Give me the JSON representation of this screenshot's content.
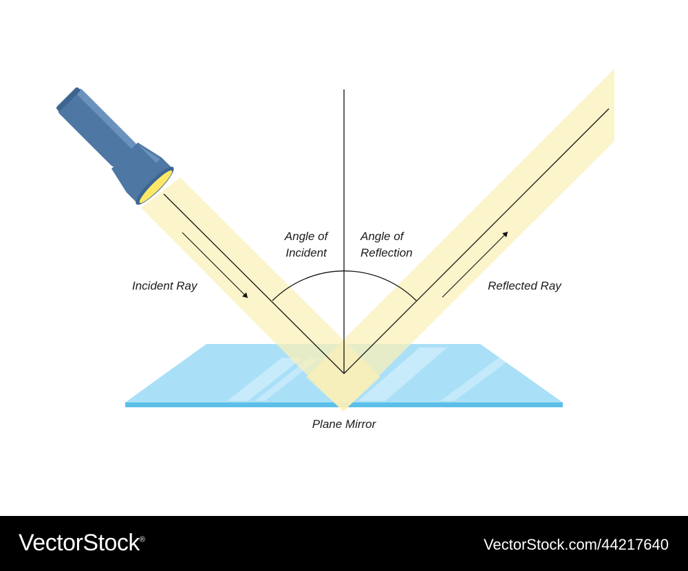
{
  "diagram": {
    "labels": {
      "incident_ray": "Incident Ray",
      "reflected_ray": "Reflected Ray",
      "angle_of_incident": [
        "Angle of",
        "Incident"
      ],
      "angle_of_reflection": [
        "Angle of",
        "Reflection"
      ],
      "plane_mirror": "Plane Mirror"
    },
    "colors": {
      "beam": "#fbf1bd",
      "mirror": "#9fdcf7",
      "mirror_edge": "#5cbfe8",
      "flashlight": "#4f78a5",
      "lens": "#ffe866",
      "lines": "#111111"
    },
    "icons": [
      "flashlight-icon"
    ]
  },
  "footer": {
    "brand": "VectorStock",
    "registered": "®",
    "image_id": "VectorStock.com/44217640"
  }
}
